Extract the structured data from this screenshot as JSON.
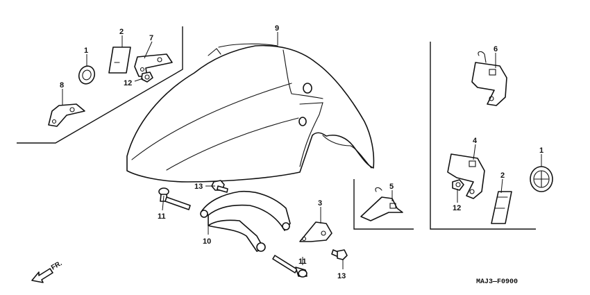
{
  "diagram_code": "MAJ3—F0900",
  "direction_label": "FR.",
  "callouts": {
    "c1_top": "1",
    "c2_top": "2",
    "c7": "7",
    "c8": "8",
    "c12_top": "12",
    "c9": "9",
    "c6": "6",
    "c4": "4",
    "c1_right": "1",
    "c2_right": "2",
    "c12_right": "12",
    "c5": "5",
    "c3": "3",
    "c13_top": "13",
    "c11_left": "11",
    "c10": "10",
    "c11_bottom": "11",
    "c13_bottom": "13"
  }
}
